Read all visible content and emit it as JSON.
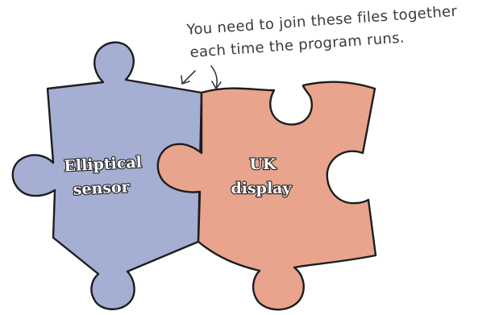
{
  "annotation": {
    "line1": "You need to join these files together",
    "line2": "each time the program runs."
  },
  "pieces": {
    "left": {
      "label_line1": "Elliptical",
      "label_line2": "sensor",
      "color": "#a5aed3"
    },
    "right": {
      "label_line1": "UK",
      "label_line2": "display",
      "color": "#e8a48c"
    }
  },
  "colors": {
    "outline": "#1d1d1d",
    "annotation_text": "#3a3a3a",
    "background": "#ffffff"
  }
}
